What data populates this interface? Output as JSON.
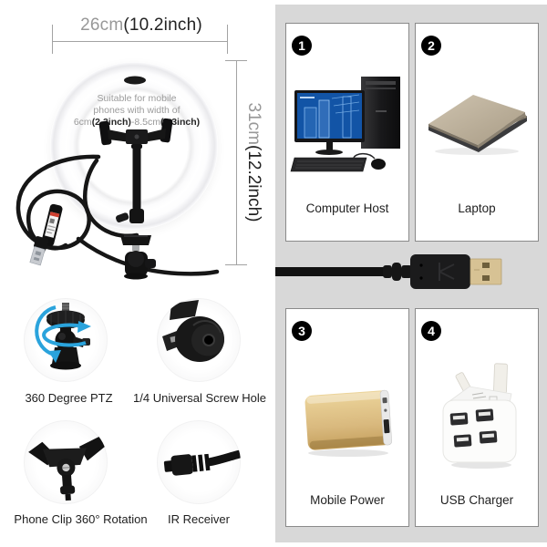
{
  "dimensions": {
    "width_cm": "26cm",
    "width_inch": "(10.2inch)",
    "height_cm": "31cm",
    "height_inch": "(12.2inch)"
  },
  "ring_note": {
    "line1": "Suitable for mobile",
    "line2": "phones with width of",
    "seg1": "6cm",
    "seg2": "(2.3inch)",
    "seg3": "-8.5cm",
    "seg4": "(3.3inch)"
  },
  "features": [
    {
      "label": "360 Degree PTZ",
      "icon": "ball-head-rotation-icon"
    },
    {
      "label": "1/4 Universal Screw Hole",
      "icon": "screw-hole-icon"
    },
    {
      "label": "Phone Clip 360° Rotation",
      "icon": "phone-clip-icon"
    },
    {
      "label": "IR Receiver",
      "icon": "ir-receiver-icon"
    }
  ],
  "power_sources": [
    {
      "number": "1",
      "label": "Computer Host",
      "image": "desktop-computer"
    },
    {
      "number": "2",
      "label": "Laptop",
      "image": "laptop"
    },
    {
      "number": "3",
      "label": "Mobile Power",
      "image": "power-bank"
    },
    {
      "number": "4",
      "label": "USB Charger",
      "image": "usb-wall-charger"
    }
  ],
  "colors": {
    "panel_bg": "#d8d8d8",
    "box_bg": "#ffffff",
    "box_border": "#8a8a8a",
    "badge": "#000000",
    "dim_text_gray": "#989898",
    "dim_text_dark": "#222222",
    "note_gray": "#9c9c9c",
    "note_dark": "#262626",
    "label_dark": "#1e1e1e",
    "rotation_arrow_blue": "#2aa3dc",
    "usb_plug_metal": "#d7c294",
    "power_bank_gold": "#dcbd80",
    "pc_screen_blue": "#1456a8"
  }
}
